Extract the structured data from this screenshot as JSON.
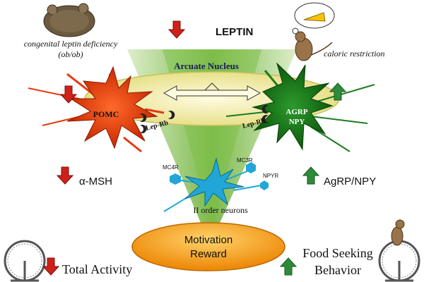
{
  "labels": {
    "leptin": "LEPTIN",
    "ob_line1": "congenital leptin deficiency",
    "ob_line2": "(ob/ob)",
    "caloric": "caloric restriction",
    "arcuate": "Arcuate Nucleus",
    "pomc": "POMC",
    "agrp": "AGRP",
    "npy": "NPY",
    "lep_rb_left": "Lep-Rb",
    "lep_rb_right": "Lep-Rb",
    "alpha_msh": "α-MSH",
    "agrp_npy": "AgRP/NPY",
    "mc4r": "MC4R",
    "mc3r": "MC3R",
    "npyr": "NPYR",
    "second_order": "II order neurons",
    "motivation_line1": "Motivation",
    "motivation_line2": "Reward",
    "total_activity": "Total Activity",
    "food_line1": "Food Seeking",
    "food_line2": "Behavior"
  },
  "colors": {
    "down_arrow": "#d0201a",
    "up_arrow": "#2e8b3a",
    "pomc": "#e8380d",
    "agrp": "#1f7a1f",
    "second_order": "#22a6d8",
    "disc": "#f3f0a8",
    "motivation": "#f29a1a"
  }
}
